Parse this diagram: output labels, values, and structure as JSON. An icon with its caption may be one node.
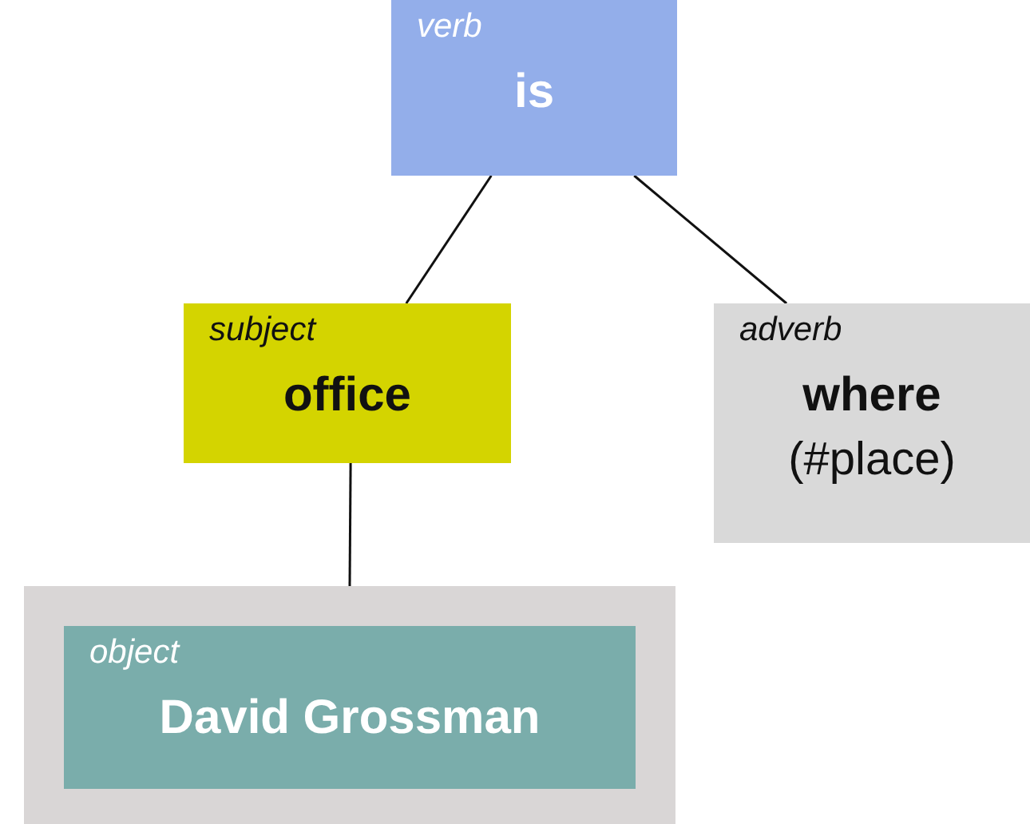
{
  "diagram": {
    "nodes": [
      {
        "text": [
          "verb",
          "is"
        ]
      },
      {
        "text": [
          "subject",
          "office"
        ]
      },
      {
        "text": [
          "adverb",
          "where",
          "(#place)"
        ]
      },
      {
        "text": [],
        "shape": "box"
      },
      {
        "text": [
          "object",
          "David Grossman"
        ],
        "in": 3
      }
    ],
    "edges": [
      {
        "from": 0,
        "to": 1,
        "arrow": "none"
      },
      {
        "from": 0,
        "to": 2,
        "arrow": "none"
      },
      {
        "from": 1,
        "to": 3,
        "arrow": "none"
      }
    ]
  }
}
